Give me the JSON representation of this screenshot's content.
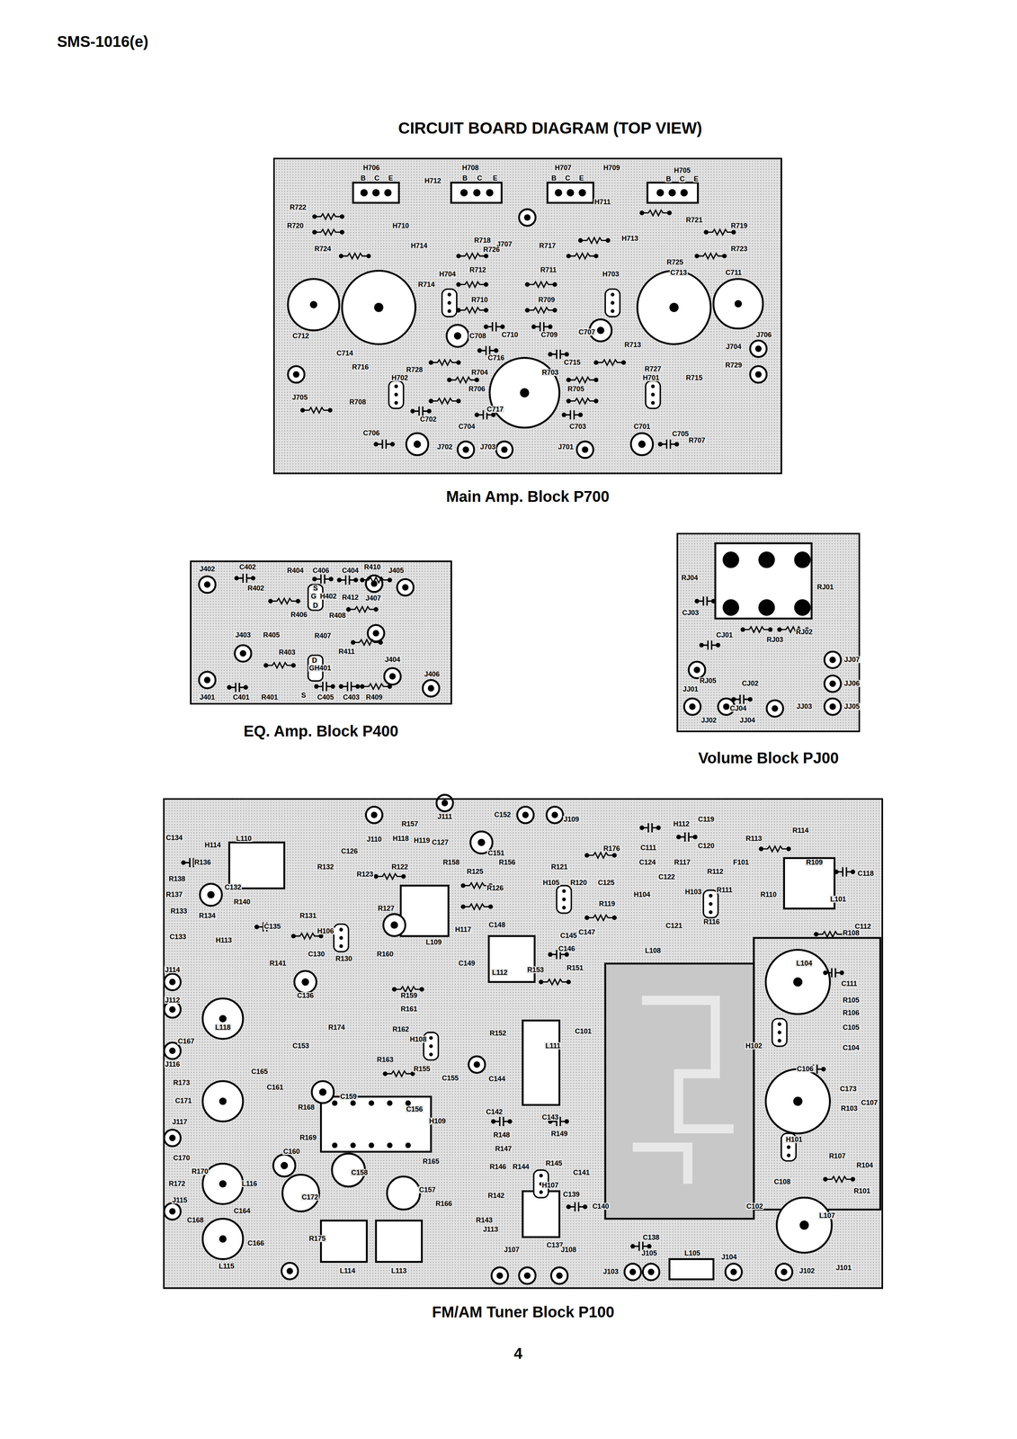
{
  "diagram": {
    "title": "CIRCUIT BOARD DIAGRAM (TOP VIEW)",
    "nodes": [
      {
        "text": [
          "Main Amp. Block P700"
        ]
      },
      {
        "text": [
          "EQ. Amp. Block P400"
        ]
      },
      {
        "text": [
          "Volume Block PJ00"
        ]
      },
      {
        "text": [
          "FM/AM Tuner Block P100"
        ]
      }
    ],
    "labels": [
      "SMS-1016(e)",
      "4",
      "H706",
      "B",
      "C",
      "E",
      "H712",
      "H708",
      "B",
      "C",
      "E",
      "H707",
      "B",
      "C",
      "E",
      "H709",
      "H705",
      "B",
      "C",
      "E",
      "H711",
      "R722",
      "R720",
      "H710",
      "R718",
      "J707",
      "R717",
      "H713",
      "R721",
      "R719",
      "R724",
      "H714",
      "R726",
      "R723",
      "R725",
      "R714",
      "H704",
      "R712",
      "R711",
      "H703",
      "C713",
      "C711",
      "R710",
      "R709",
      "C712",
      "C714",
      "C708",
      "C710",
      "C709",
      "C707",
      "R713",
      "C716",
      "C715",
      "J706",
      "R716",
      "R728",
      "R704",
      "R703",
      "R727",
      "H701",
      "R729",
      "J704",
      "H702",
      "R715",
      "J705",
      "R708",
      "R706",
      "R705",
      "C702",
      "C704",
      "C717",
      "C703",
      "C701",
      "C706",
      "C705",
      "J702",
      "J703",
      "J701",
      "R707",
      "J402",
      "C402",
      "R404",
      "C406",
      "C404",
      "R410",
      "J405",
      "R402",
      "S",
      "G",
      "D",
      "H402",
      "R412",
      "J407",
      "R406",
      "R408",
      "J403",
      "R405",
      "R407",
      "R403",
      "D",
      "G",
      "S",
      "H401",
      "R411",
      "J404",
      "J406",
      "J401",
      "C401",
      "R401",
      "C405",
      "C403",
      "R409",
      "RJ04",
      "RJ01",
      "CJ03",
      "CJ01",
      "RJ03",
      "RJ02",
      "RJ05",
      "CJ02",
      "JJ01",
      "CJ04",
      "JJ02",
      "JJ04",
      "JJ03",
      "JJ07",
      "JJ06",
      "JJ05",
      "J110",
      "R157",
      "J111",
      "C152",
      "J109",
      "C134",
      "H114",
      "L110",
      "C126",
      "H118",
      "H119",
      "C127",
      "R156",
      "C151",
      "R176",
      "H112",
      "C119",
      "C111",
      "C124",
      "C120",
      "R117",
      "R112",
      "R113",
      "R114",
      "F101",
      "R109",
      "C118",
      "R136",
      "R138",
      "R132",
      "R123",
      "R122",
      "R158",
      "R121",
      "R125",
      "H105",
      "R120",
      "C125",
      "C122",
      "H103",
      "R111",
      "R110",
      "L101",
      "R137",
      "C132",
      "R140",
      "R133",
      "R134",
      "C133",
      "H113",
      "C135",
      "R131",
      "R126",
      "R119",
      "H104",
      "C121",
      "R116",
      "R108",
      "H106",
      "R127",
      "C148",
      "H117",
      "L109",
      "C145",
      "C147",
      "C146",
      "L108",
      "C112",
      "J114",
      "J112",
      "R141",
      "C130",
      "R130",
      "R160",
      "L112",
      "C149",
      "R153",
      "R151",
      "C136",
      "R159",
      "R161",
      "L104",
      "C111",
      "R105",
      "R106",
      "C105",
      "C104",
      "L118",
      "C167",
      "C153",
      "R174",
      "R162",
      "H108",
      "R152",
      "L111",
      "C101",
      "H102",
      "C106",
      "J116",
      "C165",
      "R163",
      "R155",
      "C155",
      "C144",
      "C161",
      "C159",
      "R173",
      "C171",
      "C156",
      "J117",
      "R168",
      "R169",
      "H109",
      "C142",
      "C143",
      "R148",
      "R147",
      "R149",
      "C173",
      "C107",
      "R103",
      "H101",
      "R107",
      "R104",
      "C108",
      "R101",
      "C160",
      "R165",
      "C158",
      "C157",
      "R146",
      "R144",
      "R145",
      "C141",
      "C170",
      "R170",
      "R172",
      "J115",
      "L116",
      "C172",
      "C164",
      "R166",
      "R142",
      "H107",
      "C139",
      "C140",
      "R143",
      "L107",
      "C102",
      "C168",
      "L115",
      "R175",
      "C166",
      "L114",
      "L113",
      "J113",
      "J107",
      "C138",
      "C137",
      "J108",
      "J103",
      "J105",
      "L105",
      "J104",
      "J102",
      "J101"
    ]
  }
}
